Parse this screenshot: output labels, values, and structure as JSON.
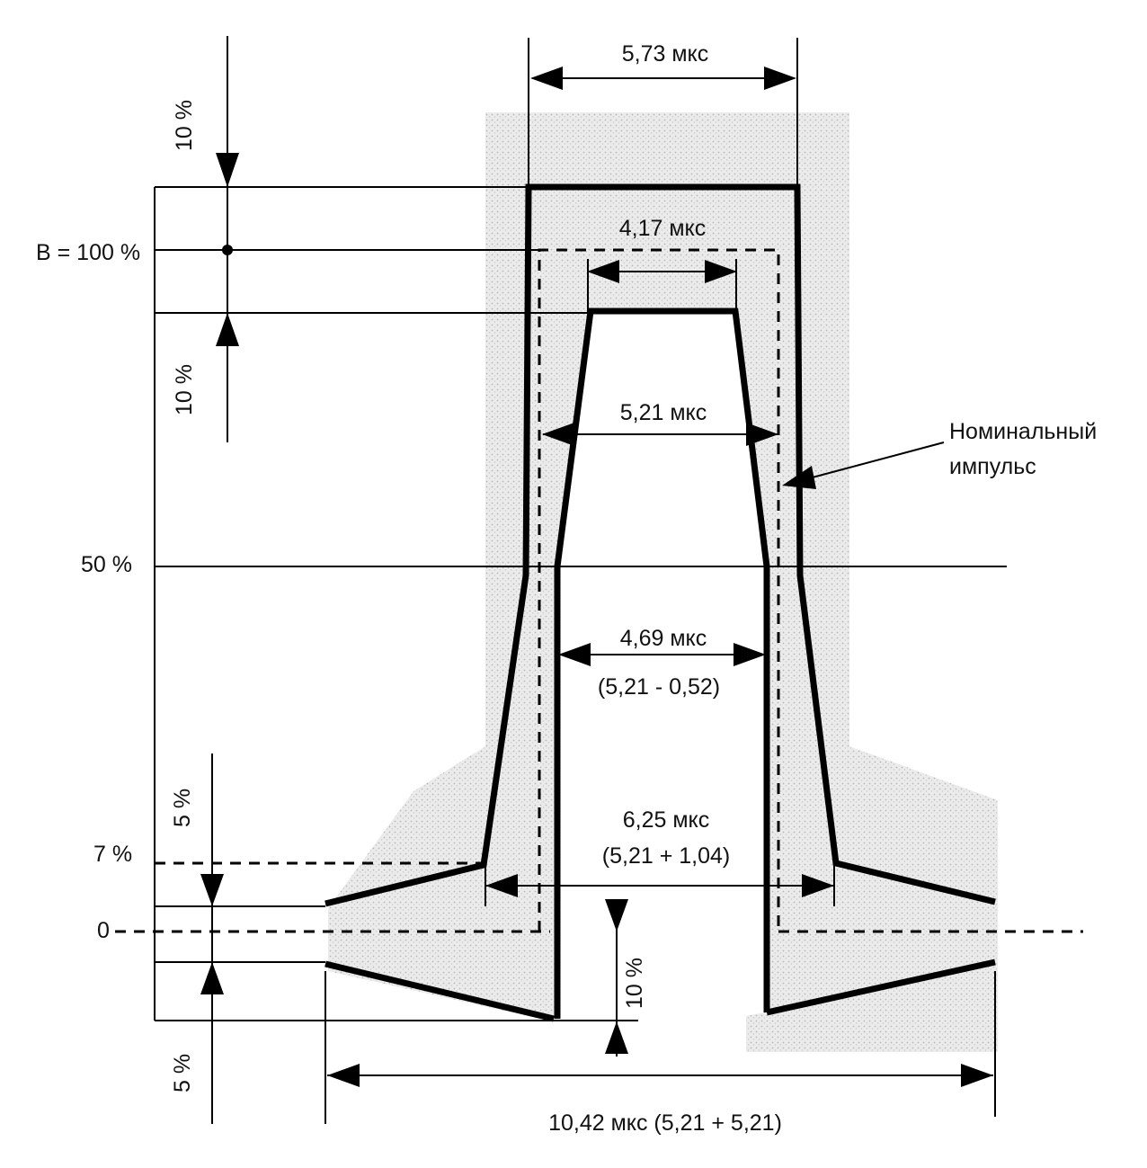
{
  "labels": {
    "top_width": "5,73 мкс",
    "flat_top": "4,17 мкс",
    "nominal_width": "5,21 мкс",
    "nominal_pulse": [
      "Номинальный",
      "импульс"
    ],
    "min_width": "4,69 мкс",
    "min_width_calc": "(5,21 - 0,52)",
    "max_width": "6,25 мкс",
    "max_width_calc": "(5,21 + 1,04)",
    "total_width": "10,42 мкс (5,21 + 5,21)",
    "level_b": "B = 100 %",
    "level_50": "50 %",
    "level_7": "7 %",
    "level_0": "0",
    "pct_10_top": "10 %",
    "pct_10_mid": "10 %",
    "pct_5_upper": "5 %",
    "pct_5_lower": "5 %",
    "pct_10_bottom": "10 %"
  }
}
